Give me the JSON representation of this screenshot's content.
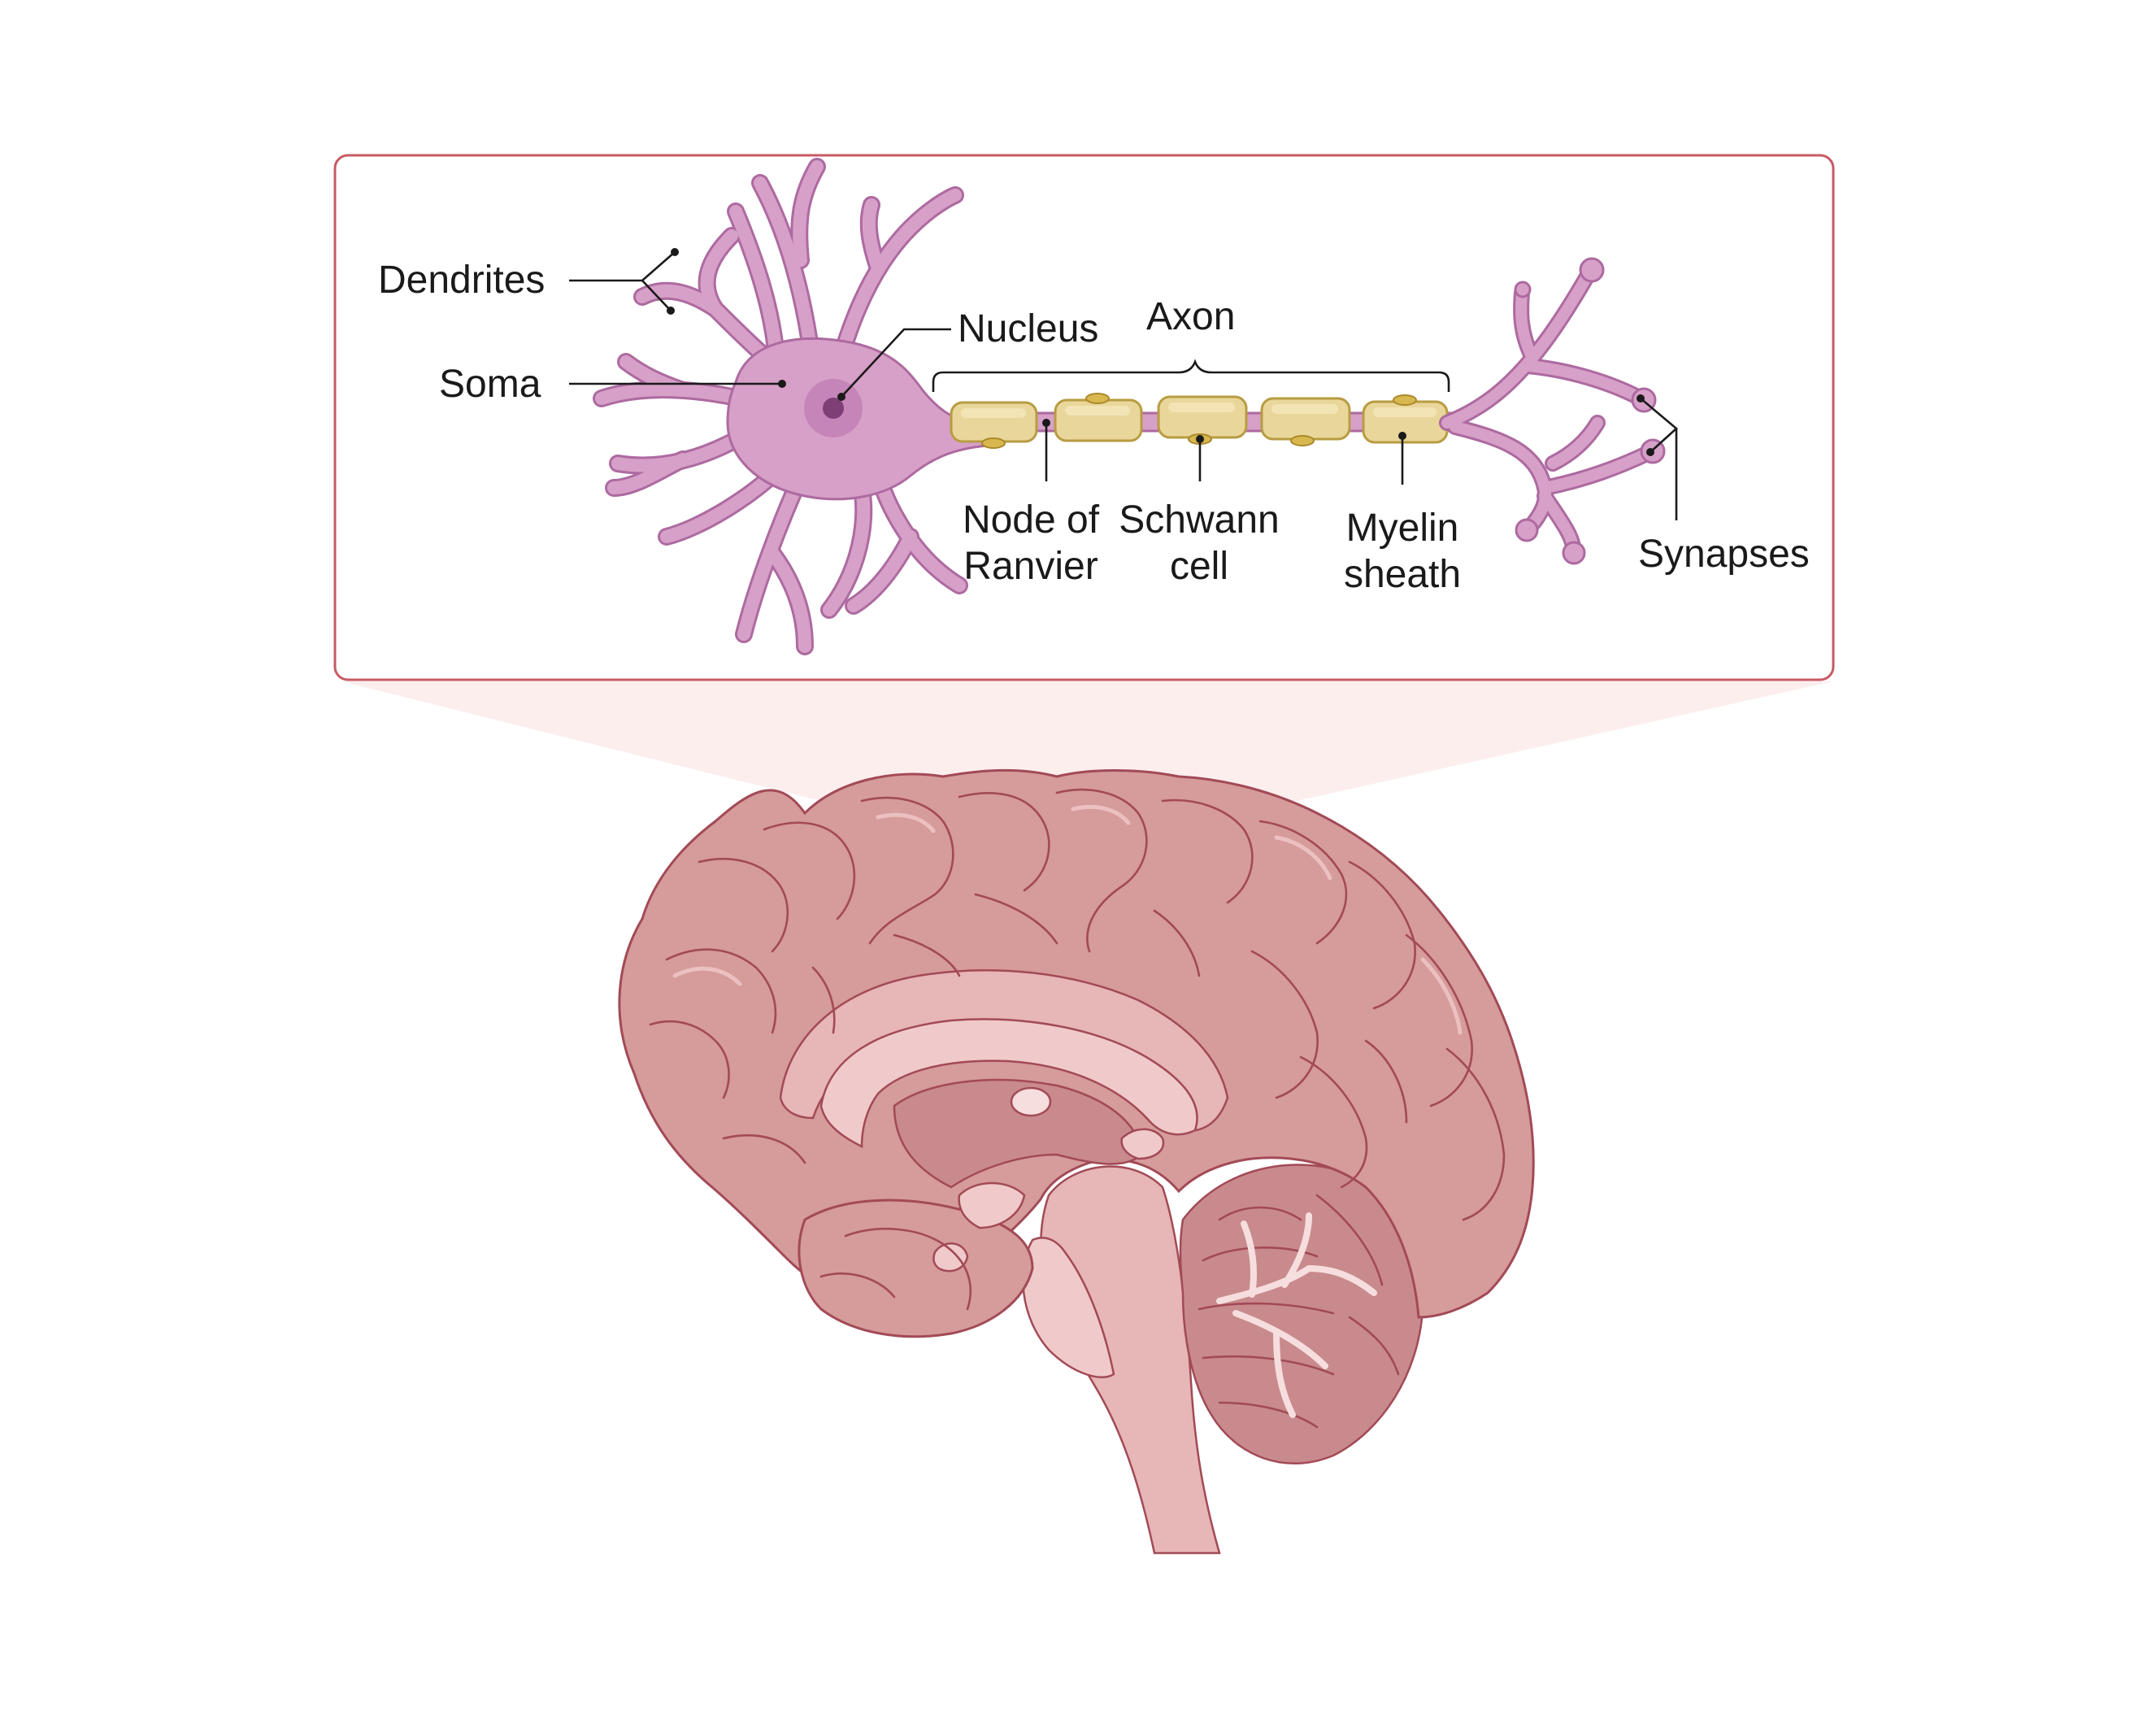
{
  "labels": {
    "dendrites": "Dendrites",
    "soma": "Soma",
    "nucleus": "Nucleus",
    "axon": "Axon",
    "node_of_ranvier_line1": "Node of",
    "node_of_ranvier_line2": "Ranvier",
    "schwann_cell_line1": "Schwann",
    "schwann_cell_line2": "cell",
    "myelin_sheath_line1": "Myelin",
    "myelin_sheath_line2": "sheath",
    "synapses": "Synapses"
  },
  "colors": {
    "inset_border": "#c75a63",
    "zoom_wedge": "#fdeeee",
    "neuron_fill": "#d7a0c8",
    "neuron_outline": "#ad6aa0",
    "nucleus": "#7e3f77",
    "myelin": "#e9d69a",
    "brain_tissue": "#d69b9b",
    "brain_outline": "#a24a56"
  }
}
